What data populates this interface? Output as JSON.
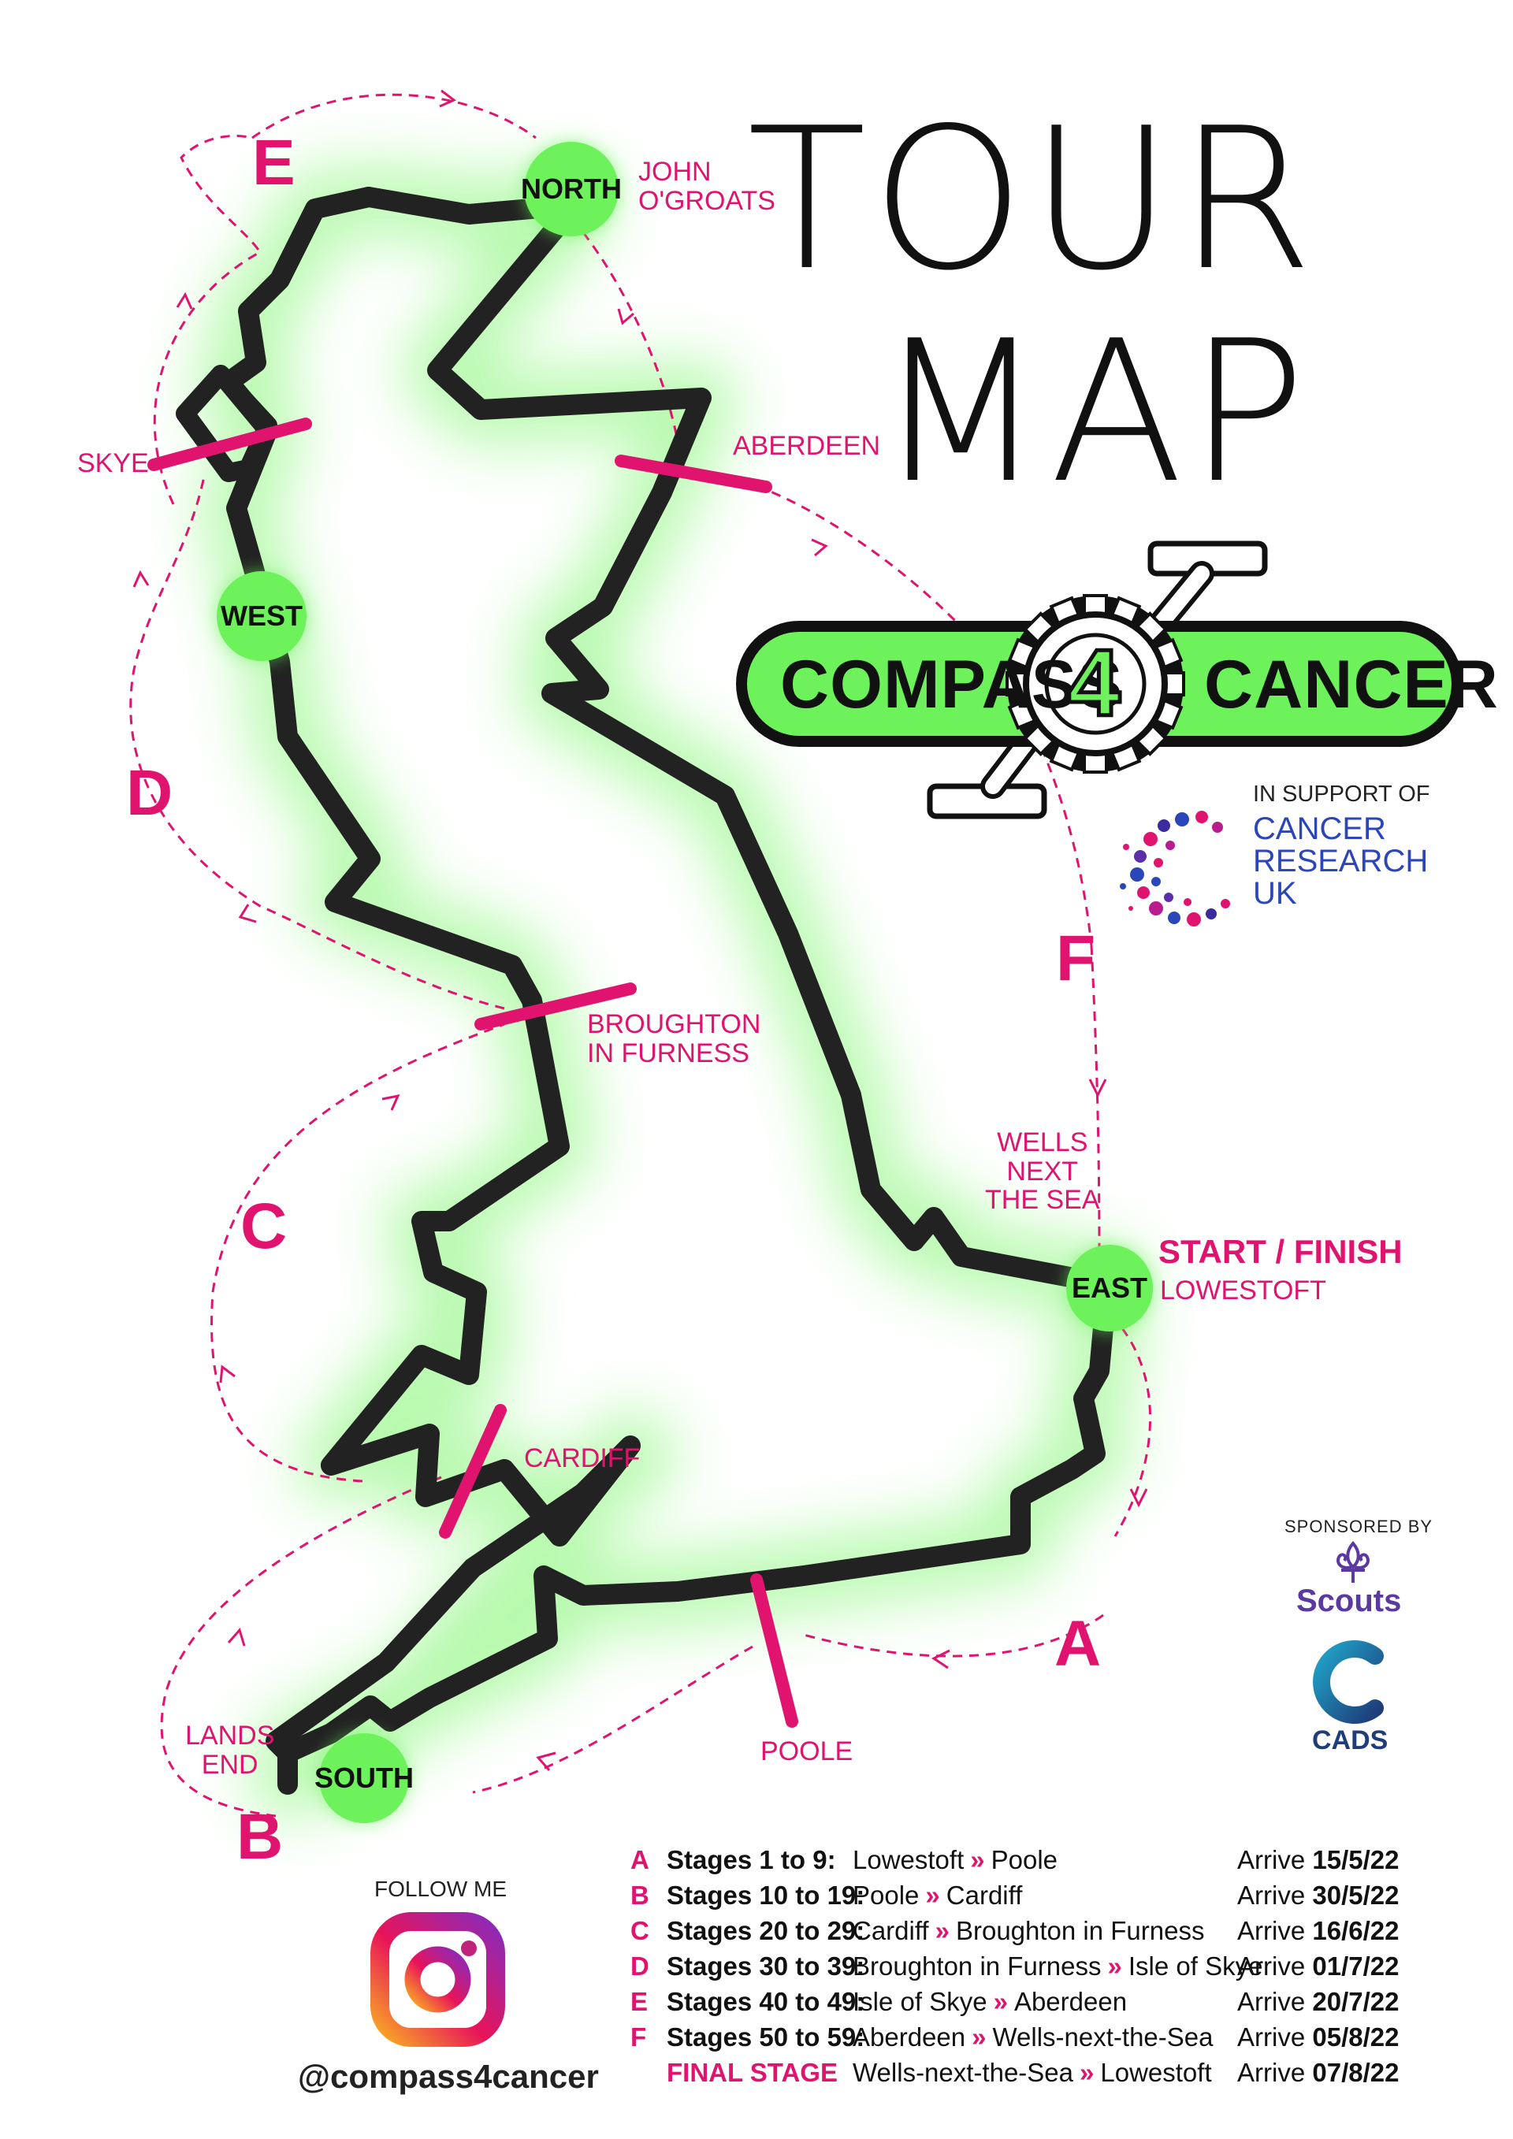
{
  "title": {
    "line1": "TOUR",
    "line2": "MAP"
  },
  "logo": {
    "left": "COMPASS",
    "center": "4",
    "right": "CANCER"
  },
  "support": {
    "label": "IN SUPPORT OF",
    "org": [
      "CANCER",
      "RESEARCH",
      "UK"
    ]
  },
  "sponsors": {
    "label": "SPONSORED BY",
    "names": [
      "Scouts",
      "CADS"
    ]
  },
  "nodes": {
    "north": "NORTH",
    "west": "WEST",
    "east": "EAST",
    "south": "SOUTH"
  },
  "places": {
    "john_ogroats": [
      "JOHN",
      "O'GROATS"
    ],
    "aberdeen": "ABERDEEN",
    "skye": "SKYE",
    "broughton": [
      "BROUGHTON",
      "IN FURNESS"
    ],
    "wells": [
      "WELLS",
      "NEXT",
      "THE SEA"
    ],
    "start_finish": "START / FINISH",
    "lowestoft": "LOWESTOFT",
    "cardiff": "CARDIFF",
    "lands_end": [
      "LANDS",
      "END"
    ],
    "poole": "POOLE"
  },
  "stage_letters": [
    "A",
    "B",
    "C",
    "D",
    "E",
    "F"
  ],
  "follow": {
    "label": "FOLLOW ME",
    "handle": "@compass4cancer"
  },
  "colors": {
    "accent": "#e0146f",
    "green": "#6df25c",
    "outline": "#222222"
  },
  "schedule": [
    {
      "letter": "A",
      "stages": "Stages 1 to 9:",
      "from": "Lowestoft",
      "to": "Poole",
      "arrive": "Arrive",
      "date": "15/5/22"
    },
    {
      "letter": "B",
      "stages": "Stages 10 to 19:",
      "from": "Poole",
      "to": "Cardiff",
      "arrive": "Arrive",
      "date": "30/5/22"
    },
    {
      "letter": "C",
      "stages": "Stages 20 to 29:",
      "from": "Cardiff",
      "to": "Broughton in Furness",
      "arrive": "Arrive",
      "date": "16/6/22"
    },
    {
      "letter": "D",
      "stages": "Stages 30 to 39:",
      "from": "Broughton in Furness",
      "to": "Isle of Skye",
      "arrive": "Arrive",
      "date": "01/7/22"
    },
    {
      "letter": "E",
      "stages": "Stages 40 to 49:",
      "from": "Isle of Skye",
      "to": "Aberdeen",
      "arrive": "Arrive",
      "date": "20/7/22"
    },
    {
      "letter": "F",
      "stages": "Stages 50 to 59:",
      "from": "Aberdeen",
      "to": "Wells-next-the-Sea",
      "arrive": "Arrive",
      "date": "05/8/22"
    },
    {
      "letter": "",
      "stages": "FINAL STAGE",
      "from": "Wells-next-the-Sea",
      "to": "Lowestoft",
      "arrive": "Arrive",
      "date": "07/8/22"
    }
  ],
  "chevron": "»"
}
